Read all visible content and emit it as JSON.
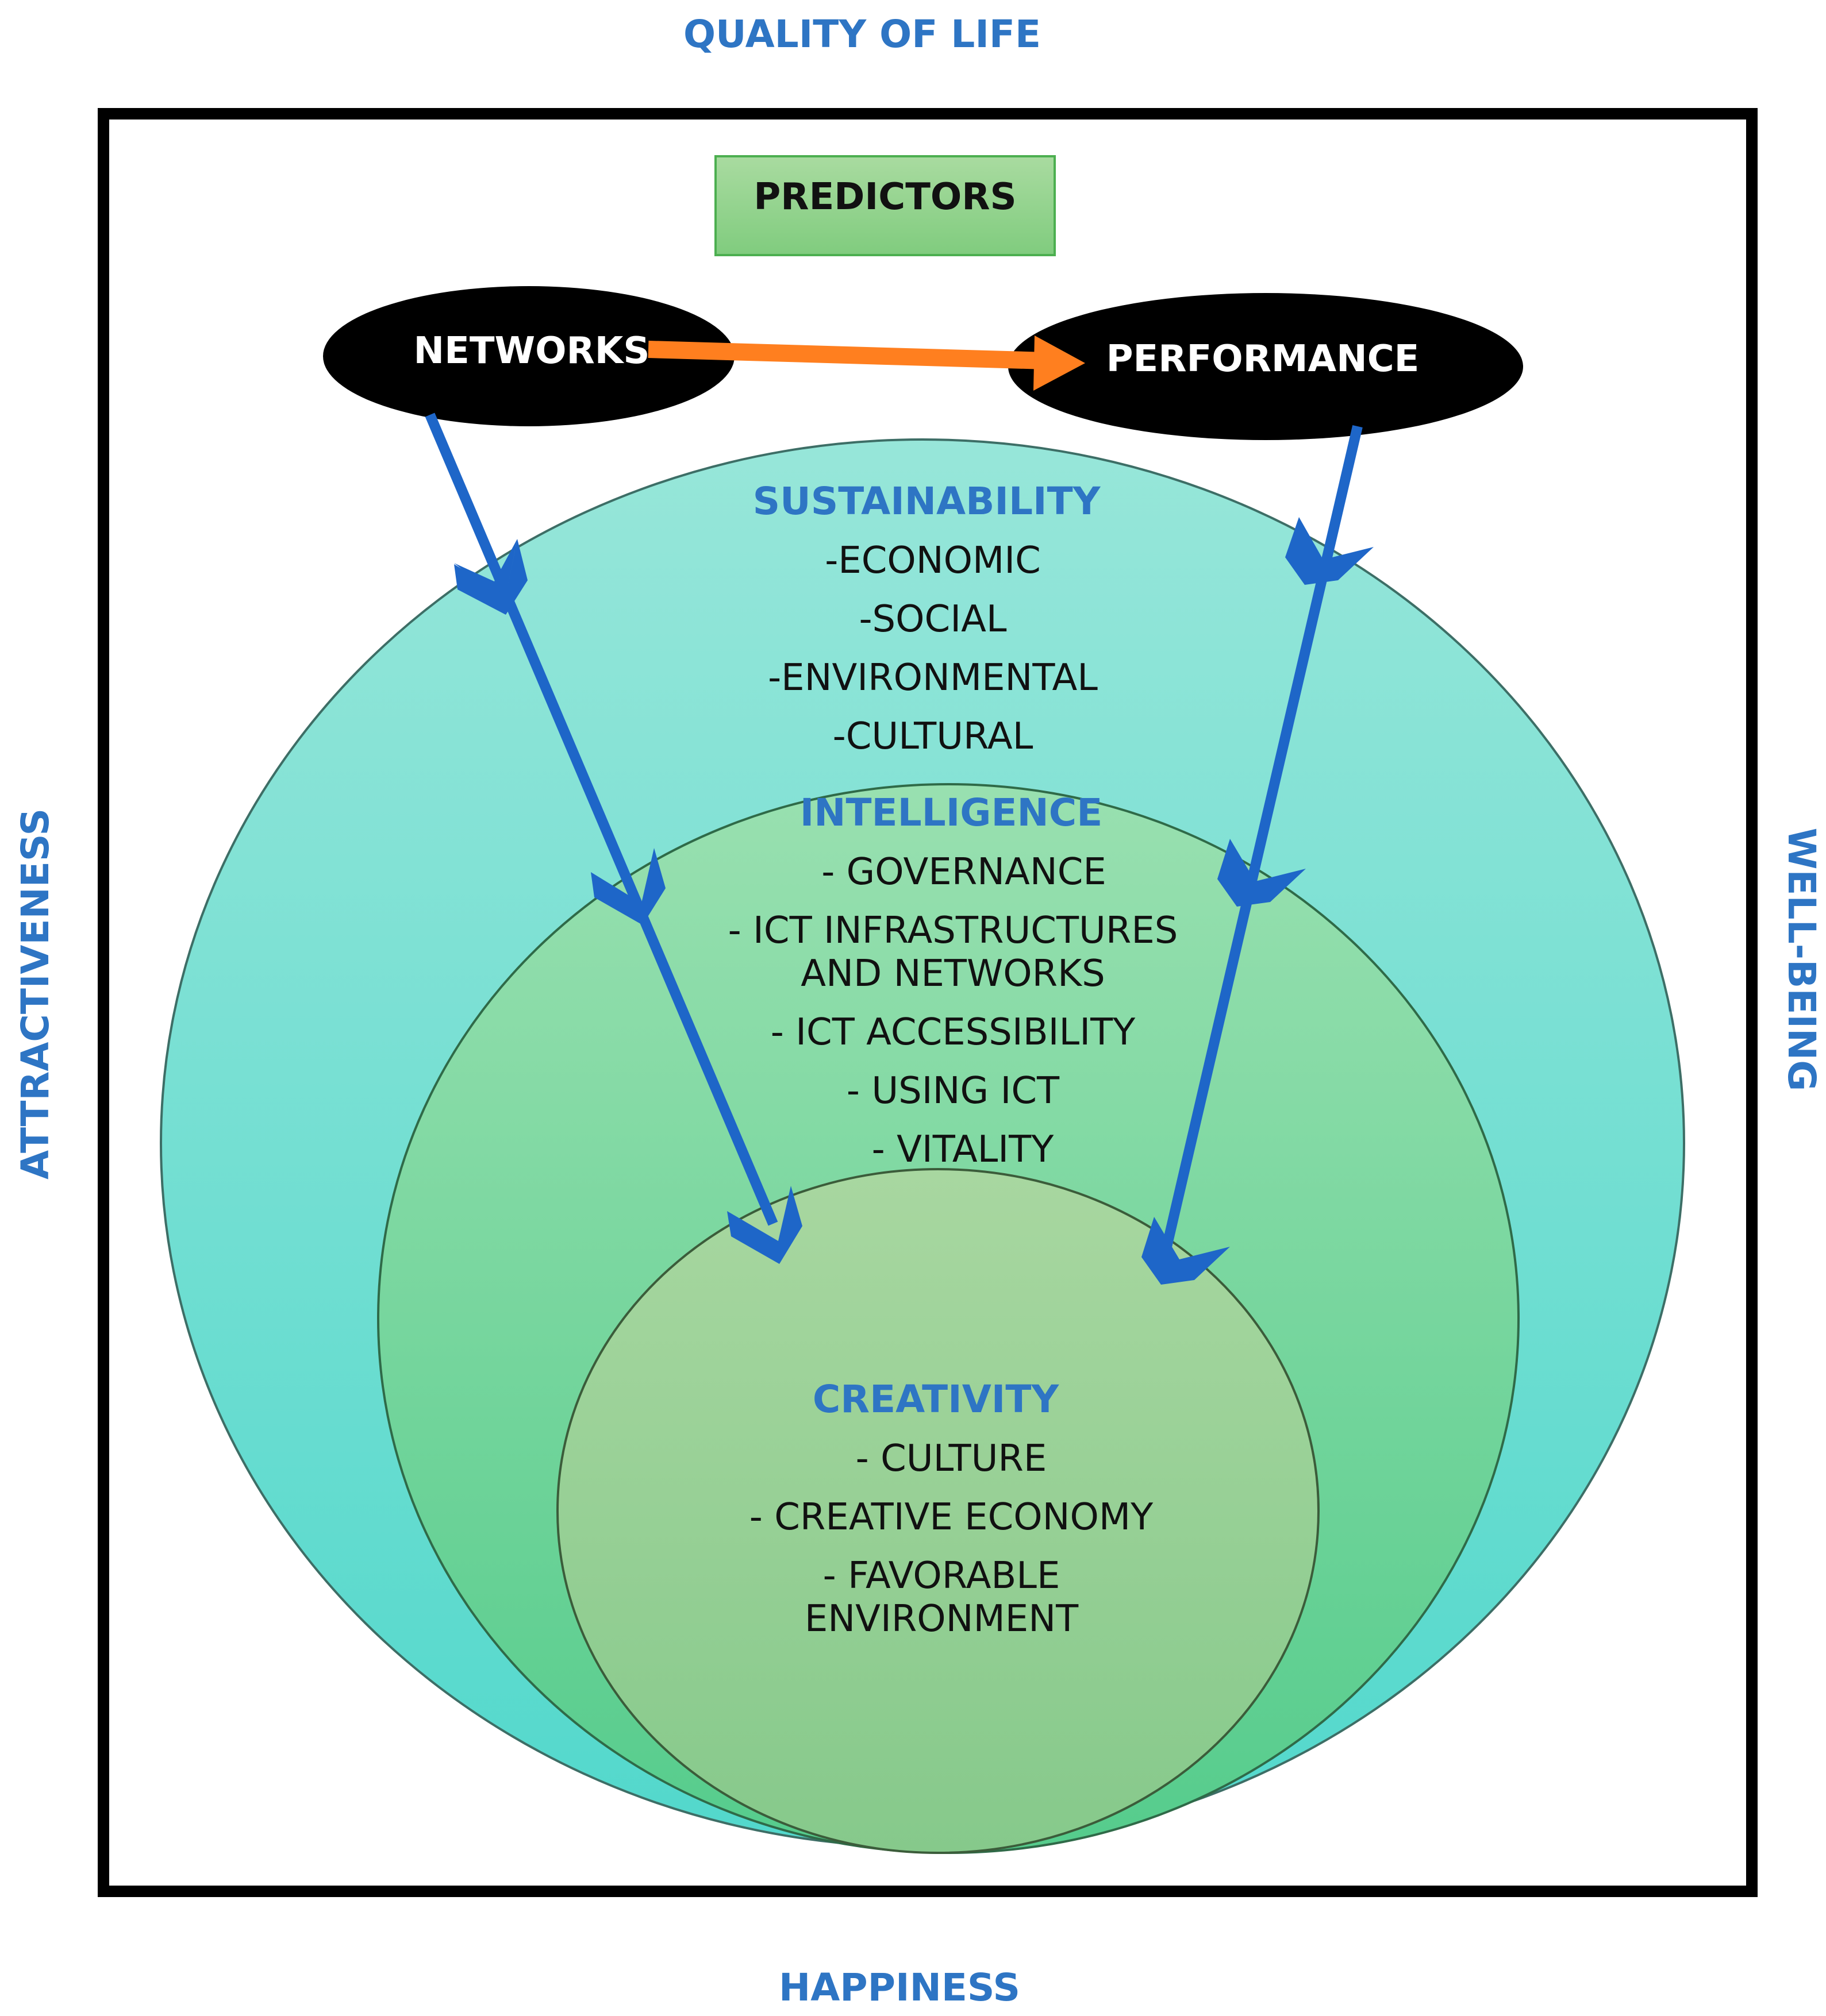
{
  "colors": {
    "outer_labels": "#2e75c4",
    "section_titles": "#2e75c4",
    "frame": "#000000",
    "predictors_box_fill": "#92d08a",
    "predictors_box_border": "#4caf50",
    "node_fill": "#000000",
    "orange_arrow": "#ff7f1f",
    "blue_arrows": "#1e66c8",
    "sustainability_fill": "#6fdcd0",
    "intelligence_fill": "#74d49a",
    "creativity_fill": "#a6d69a"
  },
  "outer": {
    "top": "QUALITY OF LIFE",
    "bottom": "HAPPINESS",
    "left": "ATTRACTIVENESS",
    "right": "WELL-BEING"
  },
  "predictors": {
    "label": "PREDICTORS"
  },
  "nodes": {
    "networks": "NETWORKS",
    "performance": "PERFORMANCE"
  },
  "sustainability": {
    "title": "SUSTAINABILITY",
    "items": [
      "-ECONOMIC",
      "-SOCIAL",
      "-ENVIRONMENTAL",
      "-CULTURAL"
    ]
  },
  "intelligence": {
    "title": "INTELLIGENCE",
    "items": [
      "- GOVERNANCE",
      "- ICT INFRASTRUCTURES",
      "AND NETWORKS",
      "- ICT ACCESSIBILITY",
      "- USING ICT",
      "- VITALITY"
    ]
  },
  "creativity": {
    "title": "CREATIVITY",
    "items": [
      "- CULTURE",
      "- CREATIVE ECONOMY",
      "- FAVORABLE",
      "ENVIRONMENT"
    ]
  }
}
